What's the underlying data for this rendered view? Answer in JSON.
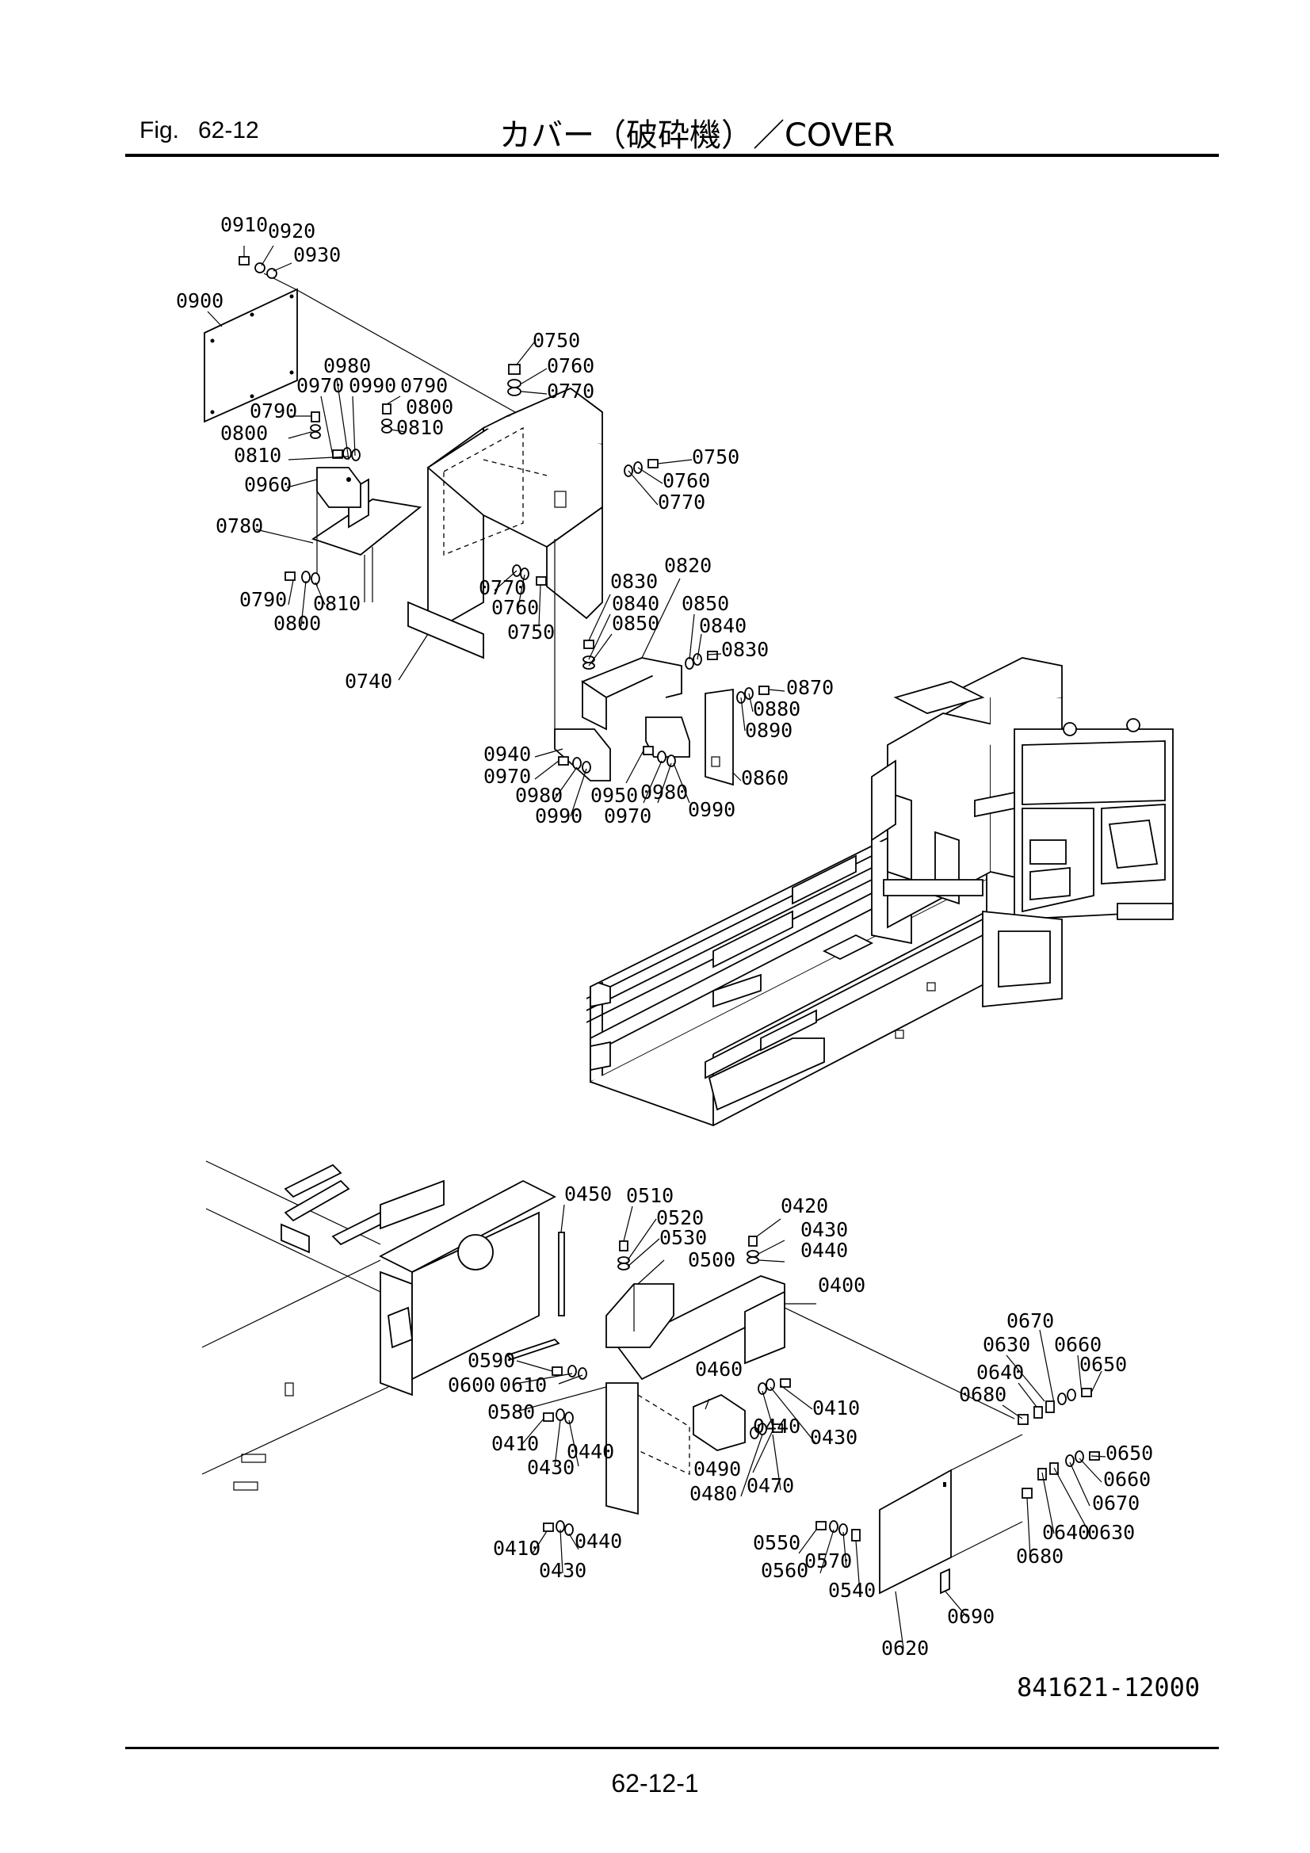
{
  "header": {
    "fig_label": "Fig.",
    "fig_number": "62-12",
    "title": "カバー（破砕機）／COVER"
  },
  "footer": {
    "page_number": "62-12-1"
  },
  "drawing_number": "841621-12000",
  "callouts": {
    "c0910": "0910",
    "c0920": "0920",
    "c0930": "0930",
    "c0900": "0900",
    "c0980a": "0980",
    "c0970a": "0970",
    "c0990a": "0990",
    "c0790a": "0790",
    "c0790b": "0790",
    "c0800a": "0800",
    "c0800b": "0800",
    "c0810a": "0810",
    "c0810b": "0810",
    "c0960": "0960",
    "c0780": "0780",
    "c0790c": "0790",
    "c0800c": "0800",
    "c0810c": "0810",
    "c0750a": "0750",
    "c0760a": "0760",
    "c0770a": "0770",
    "c0750b": "0750",
    "c0760b": "0760",
    "c0770b": "0770",
    "c0770c": "0770",
    "c0760c": "0760",
    "c0750c": "0750",
    "c0740": "0740",
    "c0830a": "0830",
    "c0840a": "0840",
    "c0850a": "0850",
    "c0820": "0820",
    "c0850b": "0850",
    "c0840b": "0840",
    "c0830b": "0830",
    "c0870": "0870",
    "c0880": "0880",
    "c0890": "0890",
    "c0860": "0860",
    "c0940": "0940",
    "c0970b": "0970",
    "c0980b": "0980",
    "c0990b": "0990",
    "c0950": "0950",
    "c0980c": "0980",
    "c0990c": "0990",
    "c0970c": "0970",
    "c0450": "0450",
    "c0510": "0510",
    "c0520": "0520",
    "c0530": "0530",
    "c0500": "0500",
    "c0420": "0420",
    "c0430a": "0430",
    "c0440a": "0440",
    "c0400": "0400",
    "c0590": "0590",
    "c0600": "0600",
    "c0610": "0610",
    "c0580": "0580",
    "c0410a": "0410",
    "c0430b": "0430",
    "c0440b": "0440",
    "c0460": "0460",
    "c0440c": "0440",
    "c0410b": "0410",
    "c0430c": "0430",
    "c0490": "0490",
    "c0480": "0480",
    "c0470": "0470",
    "c0410c": "0410",
    "c0440d": "0440",
    "c0430d": "0430",
    "c0550": "0550",
    "c0560": "0560",
    "c0570": "0570",
    "c0540": "0540",
    "c0620": "0620",
    "c0690": "0690",
    "c0670a": "0670",
    "c0660a": "0660",
    "c0630a": "0630",
    "c0650a": "0650",
    "c0640a": "0640",
    "c0680a": "0680",
    "c0650b": "0650",
    "c0660b": "0660",
    "c0670b": "0670",
    "c0640b": "0640",
    "c0630b": "0630",
    "c0680b": "0680"
  }
}
